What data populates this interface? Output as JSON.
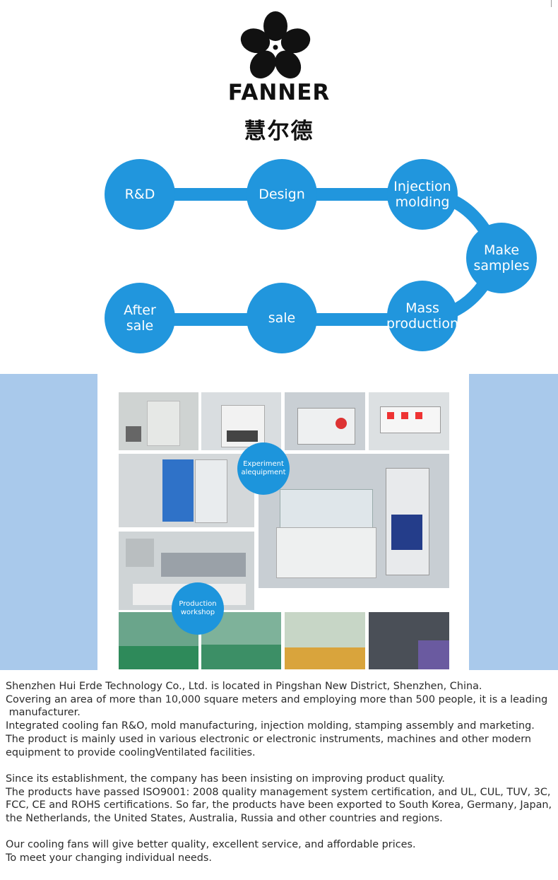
{
  "brand": {
    "name": "FANNER",
    "chinese_name": "慧尔德",
    "logo_icon": "five-petal-flower-icon"
  },
  "process": {
    "color": "#2196dd",
    "steps": [
      {
        "label": "R&D"
      },
      {
        "label": "Design"
      },
      {
        "label": "Injection\nmolding"
      },
      {
        "label": "Make\nsamples"
      },
      {
        "label": "Mass\nproduction"
      },
      {
        "label": "sale"
      },
      {
        "label": "After\nsale"
      }
    ]
  },
  "collage": {
    "side_panel_color": "#a9c9eb",
    "badges": {
      "experiment": "Experiment\nalequipment",
      "production": "Production\nworkshop"
    }
  },
  "description": {
    "lines": [
      "Shenzhen Hui Erde Technology Co., Ltd. is located in Pingshan New District, Shenzhen, China.",
      "Covering an area of more than 10,000 square meters and employing more than 500 people, it is a leading",
      " manufacturer.",
      "Integrated cooling fan R&O, mold manufacturing, injection molding, stamping assembly and marketing.",
      "The product is mainly used in various electronic or electronic instruments, machines and other modern",
      "equipment to provide coolingVentilated facilities.",
      "",
      "Since its establishment, the company has been insisting on improving product quality.",
      "The products have passed ISO9001: 2008 quality management system certification, and UL, CUL, TUV, 3C,",
      "FCC, CE and ROHS certifications. So far, the products have been exported to South Korea, Germany, Japan,",
      "the Netherlands, the United States, Australia, Russia and other countries and regions.",
      "",
      "Our cooling fans will give better quality, excellent service, and affordable prices.",
      "To meet your changing individual needs."
    ]
  }
}
